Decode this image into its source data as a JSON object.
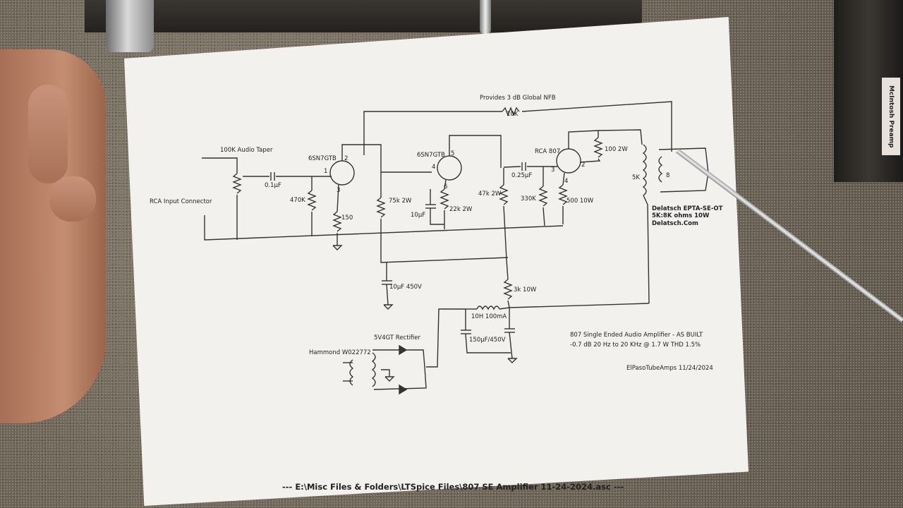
{
  "scene": {
    "background": "carpet",
    "paper_color": "#f3f1ed",
    "ink_color": "#222222",
    "preamp_label": "McIntosh Preamp"
  },
  "schematic": {
    "nfb_label": "Provides 3 dB Global NFB",
    "nfb_resistor": "10K",
    "pot_label": "100K Audio Taper",
    "input_label": "RCA Input Connector",
    "cap_in": "0.1µF",
    "r_470k": "470K",
    "v1_label": "6SN7GTB",
    "r_150": "150",
    "r_75k": "75k 2W",
    "v2_label": "6SN7GTB",
    "c_10uf": "10µF",
    "r_22k": "22k 2W",
    "r_47k": "47k 2W",
    "c_025": "0.25µF",
    "v3_label": "RCA 807",
    "r_100": "100 2W",
    "r_330k": "330K",
    "r_500": "500 10W",
    "sk": "5K",
    "eight": "8",
    "ot_line1": "Delatsch EPTA-SE-OT",
    "ot_line2": "5K:8K ohms 10W",
    "ot_line3": "Delatsch.Com",
    "c_filter1": "10µF 450V",
    "r_3k": "3k 10W",
    "choke": "10H 100mA",
    "c_filter2": "150µF/450V",
    "rectifier": "5V4GT Rectifier",
    "transformer": "Hammond W022772",
    "title_line1": "807 Single Ended Audio Amplifier - AS BUILT",
    "title_line2": "-0.7 dB 20 Hz to 20 KHz @ 1.7 W THD 1.5%",
    "author": "ElPasoTubeAmps 11/24/2024",
    "footer": "---  E:\\Misc Files & Folders\\LTSpice Files\\807 SE Amplifier 11-24-2024.asc  ---",
    "pins": {
      "p1": "1",
      "p2": "2",
      "p3": "3",
      "p4": "4",
      "p5": "5",
      "p6": "6",
      "p4b": "4",
      "p3b": "3",
      "p2b": "2"
    }
  }
}
